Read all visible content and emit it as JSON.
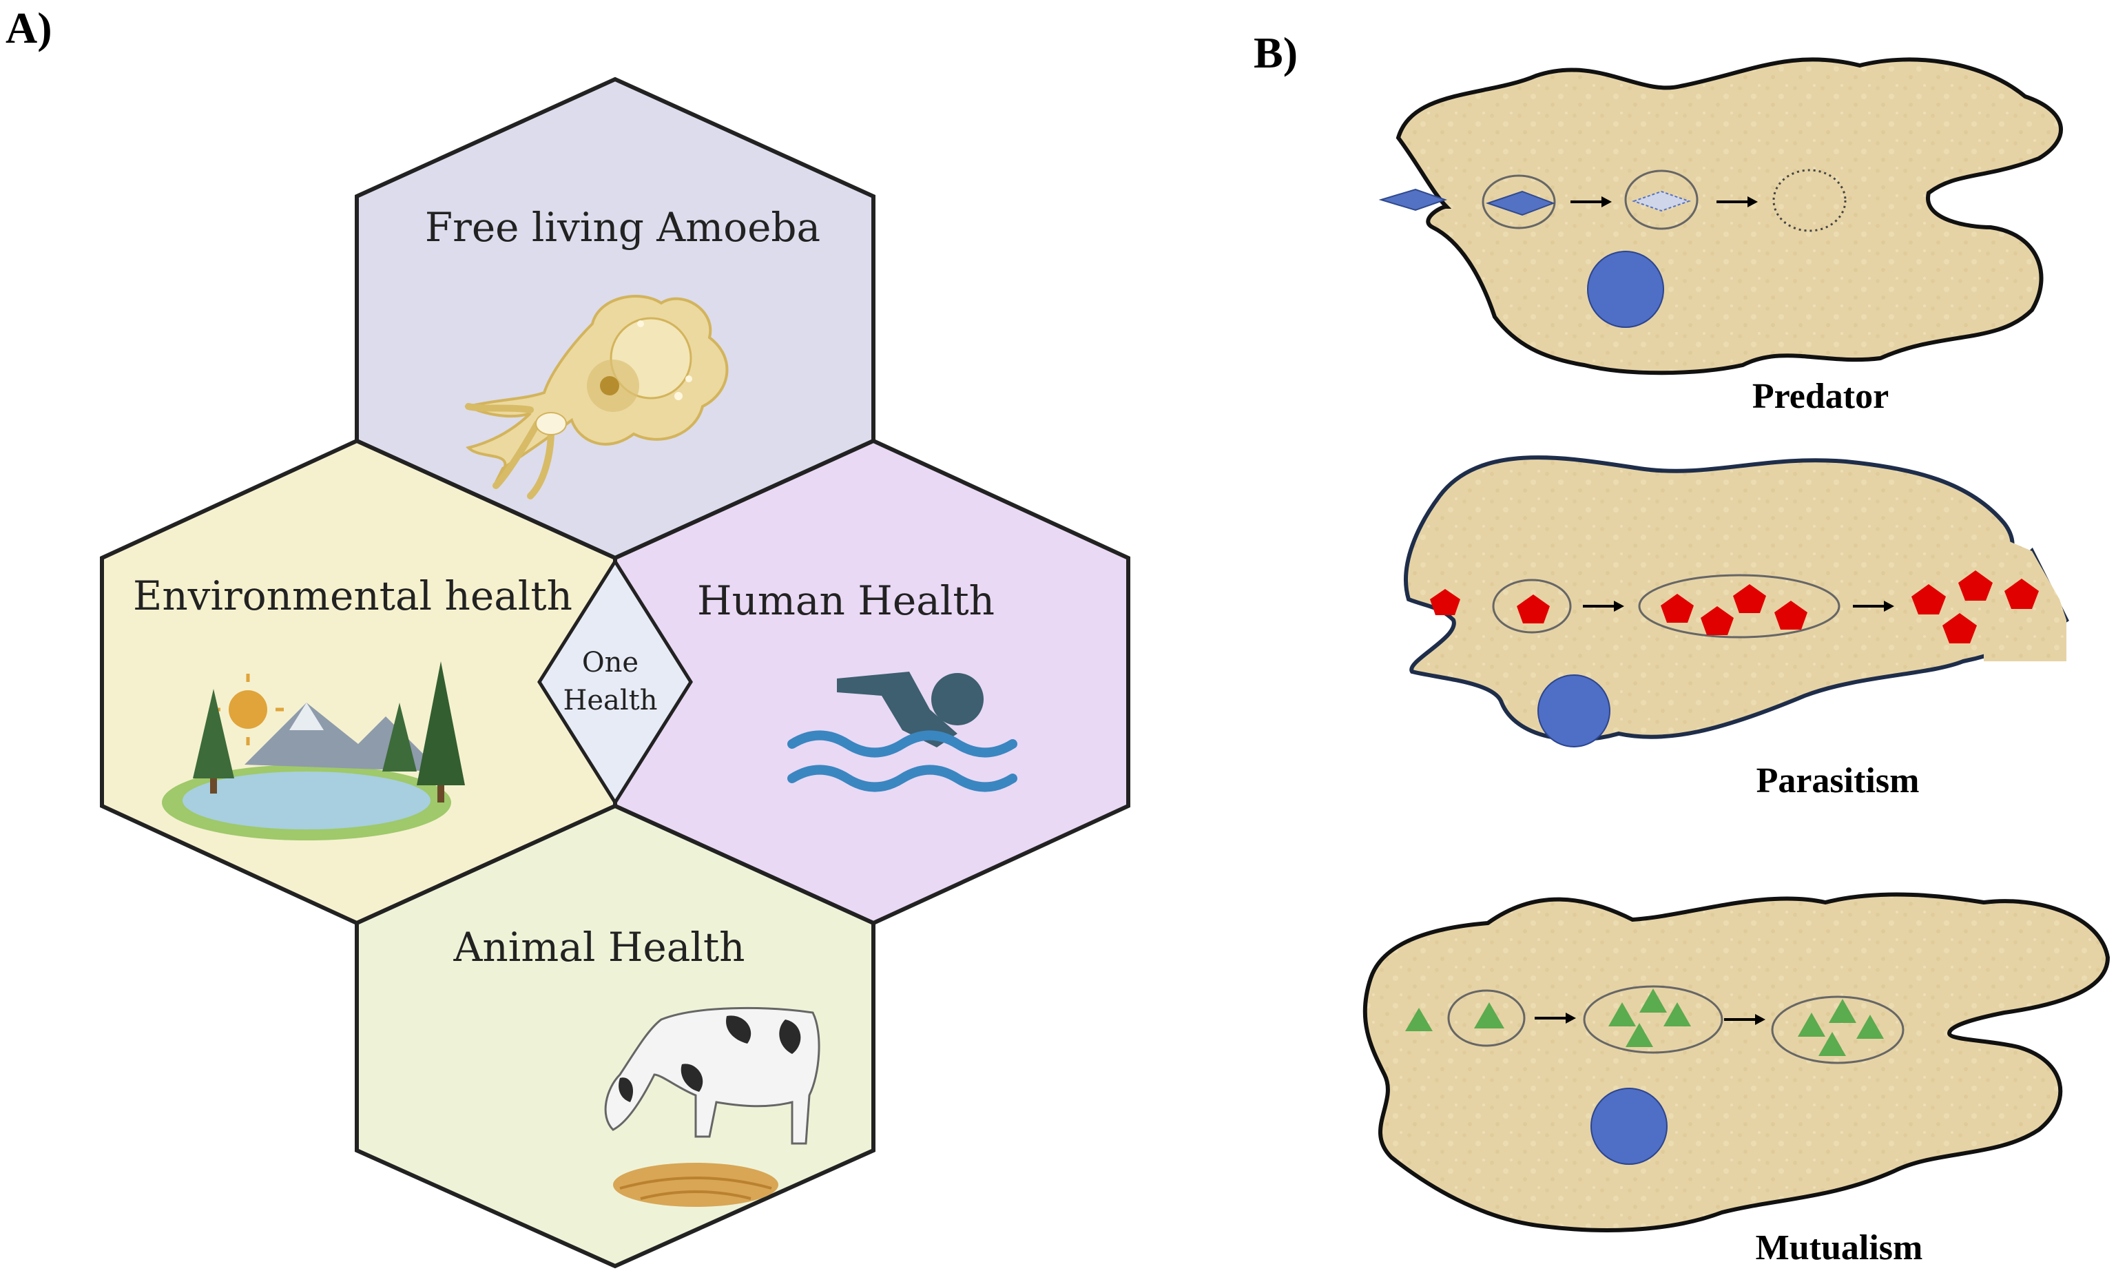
{
  "panel_a": {
    "label": "A)",
    "hexagons": {
      "top": {
        "title": "Free living Amoeba",
        "icon": "amoeba-icon"
      },
      "left": {
        "title": "Environmental health",
        "icon": "landscape-icon"
      },
      "right": {
        "title": "Human Health",
        "icon": "swimmer-icon"
      },
      "bottom": {
        "title": "Animal Health",
        "icon": "cow-icon"
      }
    },
    "center": {
      "line1": "One",
      "line2": "Health"
    },
    "colors": {
      "top": "#dcdcec",
      "left": "#f5f1cf",
      "right": "#e9d9f4",
      "bottom": "#eef3d8",
      "center": "#e7ebf6"
    }
  },
  "panel_b": {
    "label": "B)",
    "cells": [
      {
        "caption": "Predator",
        "particle": "diamond",
        "color": "#5472c4"
      },
      {
        "caption": "Parasitism",
        "particle": "pentagon",
        "color": "#e00000"
      },
      {
        "caption": "Mutualism",
        "particle": "triangle",
        "color": "#5bab4f"
      }
    ],
    "nucleus_color": "#4f6ec5",
    "cell_color": "#e8d6a8"
  }
}
